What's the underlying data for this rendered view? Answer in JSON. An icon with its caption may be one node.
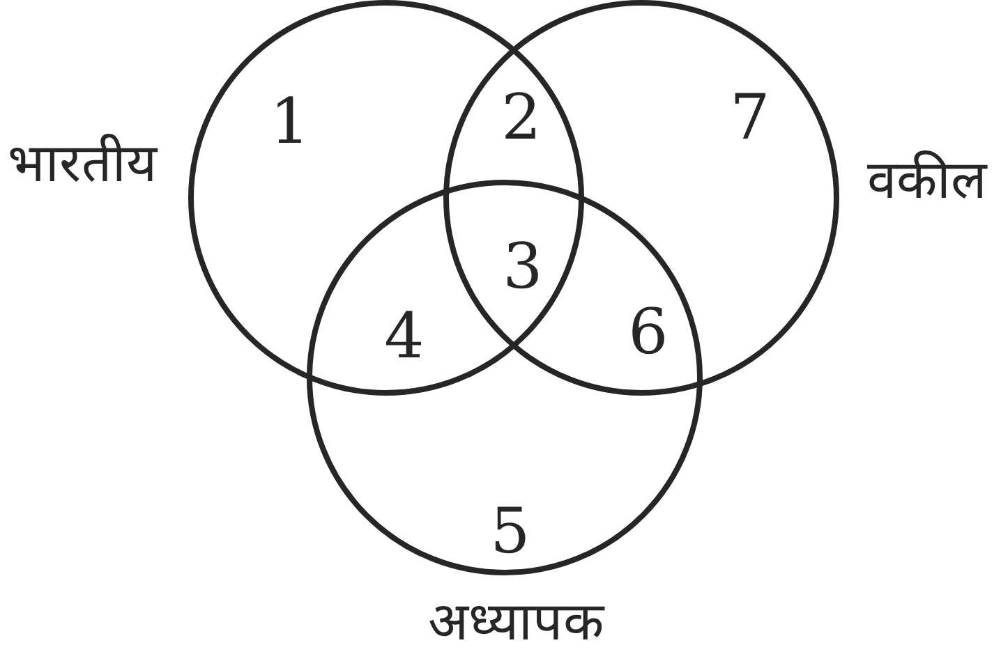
{
  "diagram": {
    "nodes": [
      {
        "text": [
          "भारतीय"
        ]
      },
      {
        "text": [
          "वकील"
        ]
      },
      {
        "text": [
          "अध्यापक"
        ]
      }
    ],
    "edges": [],
    "labels": [
      "1",
      "2",
      "7",
      "3",
      "4",
      "6",
      "5"
    ]
  }
}
